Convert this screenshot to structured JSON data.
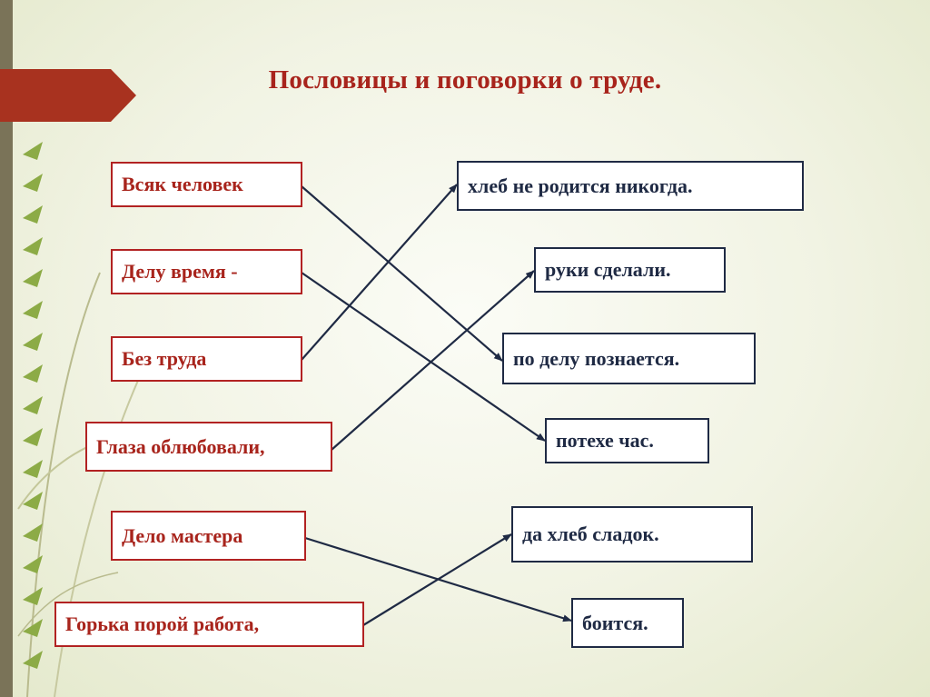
{
  "title": "Пословицы и поговорки о труде.",
  "left_items": [
    "Всяк человек",
    "Делу время -",
    "Без труда",
    "Глаза облюбовали,",
    "Дело мастера",
    "Горька порой работа,"
  ],
  "right_items": [
    "хлеб не родится никогда.",
    "руки сделали.",
    "по делу познается.",
    "потехе час.",
    "да хлеб сладок.",
    "боится."
  ],
  "matches": [
    {
      "left": "Всяк человек",
      "right": "по делу познается."
    },
    {
      "left": "Делу время -",
      "right": "потехе час."
    },
    {
      "left": "Без труда",
      "right": "хлеб не родится никогда."
    },
    {
      "left": "Глаза облюбовали,",
      "right": "руки сделали."
    },
    {
      "left": "Дело мастера",
      "right": "боится."
    },
    {
      "left": "Горька порой работа,",
      "right": "да хлеб сладок."
    }
  ],
  "colors": {
    "accent_red": "#b22222",
    "title_red": "#a8241c",
    "navy": "#1f2a44",
    "arrow_red": "#a8321f",
    "side_bar": "#7a7358"
  }
}
